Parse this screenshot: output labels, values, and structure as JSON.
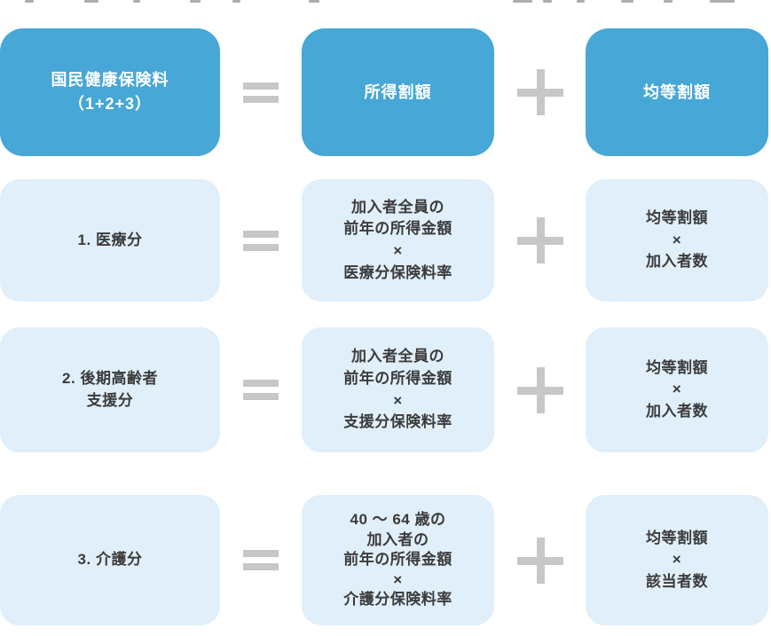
{
  "diagram": {
    "description_rows": [
      {
        "left": "国民健康保険料\n（1+2+3）",
        "operator1": "=",
        "middle": "所得割額",
        "operator2": "+",
        "right": "均等割額"
      },
      {
        "left": "1. 医療分",
        "operator1": "=",
        "middle": "加入者全員の\n前年の所得金額\n×\n医療分保険料率",
        "operator2": "+",
        "right": "均等割額\n×\n加入者数"
      },
      {
        "left": "2. 後期高齢者\n支援分",
        "operator1": "=",
        "middle": "加入者全員の\n前年の所得金額\n×\n支援分保険料率",
        "operator2": "+",
        "right": "均等割額\n×\n加入者数"
      },
      {
        "left": "3. 介護分",
        "operator1": "=",
        "middle": "40 ～ 64 歳の\n加入者の\n前年の所得金額\n×\n介護分保険料率",
        "operator2": "+",
        "right": "均等割額\n×\n該当者数"
      }
    ],
    "icons": {
      "equals": "equals-operator",
      "plus": "plus-operator"
    },
    "colors": {
      "primary_box": "#47a7d7",
      "light_box": "#e0effa",
      "operator_gray": "#c7c7c7",
      "text_on_primary": "#ffffff",
      "text_on_light": "#3b3b3b",
      "background": "#ffffff"
    }
  }
}
